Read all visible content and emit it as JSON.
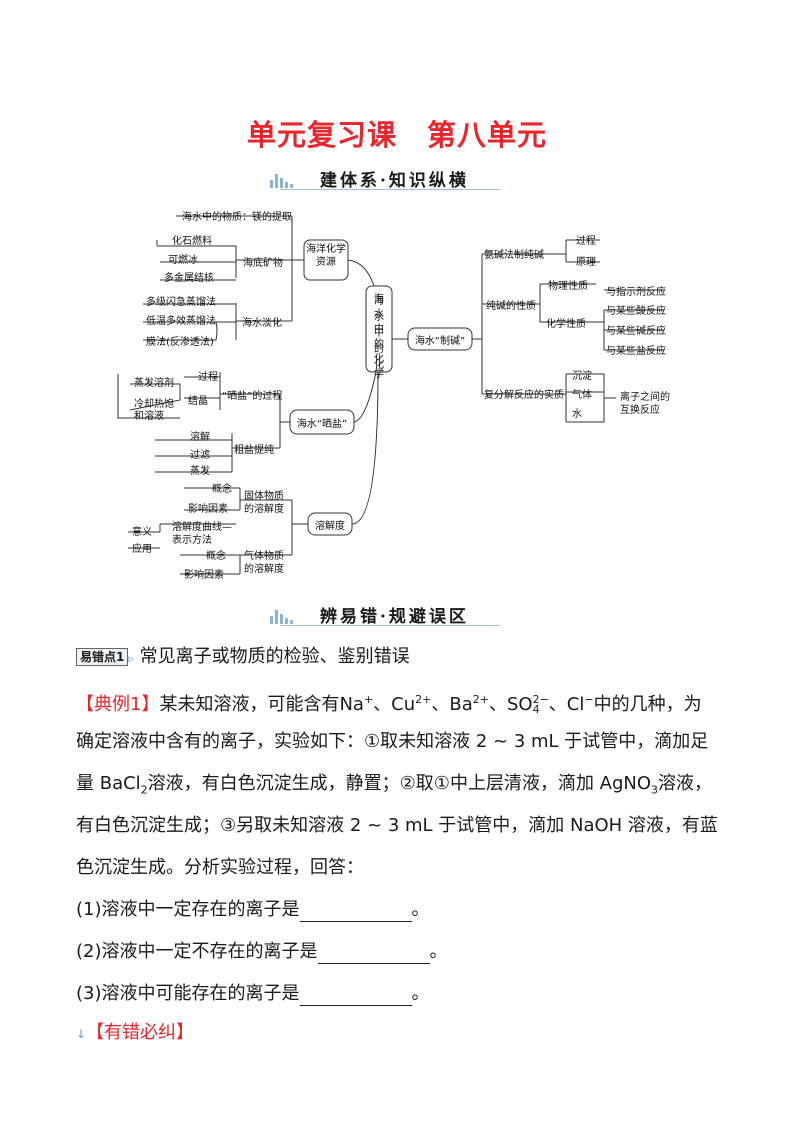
{
  "title": "单元复习课　第八单元",
  "section1": "建体系·知识纵横",
  "section2": "辨易错·规避误区",
  "mindmap": {
    "center": "海水中的化学",
    "resources": "海洋化学资源",
    "r1": "海水中的物质：镁的提取",
    "seabed": "海底矿物",
    "s1": "化石燃料",
    "s2": "可燃冰",
    "s3": "多金属结核",
    "desal": "海水淡化",
    "d1": "多级闪急蒸馏法",
    "d2": "低温多效蒸馏法",
    "d3": "膜法(反渗透法)",
    "salt": "海水“晒盐”",
    "saltproc": "“晒盐”的过程",
    "sp_proc": "过程",
    "sp_cry": "结晶",
    "sp_e1": "蒸发溶剂",
    "sp_e2": "冷却热饱",
    "sp_e3": "和溶液",
    "purify": "粗盐提纯",
    "p1": "溶解",
    "p2": "过滤",
    "p3": "蒸发",
    "solubility": "溶解度",
    "solid": "固体物质",
    "solid2": "的溶解度",
    "concept": "概念",
    "factor": "影响因素",
    "curve1": "溶解度曲线—",
    "curve2": "表示方法",
    "meaning": "意义",
    "apply": "应用",
    "gas": "气体物质",
    "gas2": "的溶解度",
    "alkali": "海水“制碱”",
    "ammonia": "氨碱法制纯碱",
    "a1": "过程",
    "a2": "原理",
    "soda": "纯碱的性质",
    "phys": "物理性质",
    "chem": "化学性质",
    "c1": "与指示剂反应",
    "c2": "与某些酸反应",
    "c3": "与某些碱反应",
    "c4": "与某些盐反应",
    "metathesis": "复分解反应的实质",
    "m1": "沉淀",
    "m2": "气体",
    "m3": "水",
    "ion1": "离子之间的",
    "ion2": "互换反应"
  },
  "error_tag": "易错点1",
  "error_title": "常见离子或物质的检验、鉴别错误",
  "example_label": "【典例1】",
  "p1a": "某未知溶液，可能含有",
  "ion_na": "Na",
  "sep": "、",
  "ion_cu": "Cu",
  "ion_ba": "Ba",
  "ion_so": "SO",
  "ion_cl": "Cl",
  "p1b": "中的几种，为",
  "p2": "确定溶液中含有的离子，实验如下：①取未知溶液 2 ~ 3 mL 于试管中，滴加足",
  "p3a": "量 BaCl",
  "p3b": "溶液，有白色沉淀生成，静置；②取①中上层清液，滴加 AgNO",
  "p3c": "溶液，",
  "p4": "有白色沉淀生成；③另取未知溶液 2 ~ 3 mL 于试管中，滴加 NaOH 溶液，有蓝",
  "p5": "色沉淀生成。分析实验过程，回答：",
  "q1": "(1)溶液中一定存在的离子是",
  "q2": "(2)溶液中一定不存在的离子是",
  "q3": "(3)溶液中可能存在的离子是",
  "period": "。",
  "fix": "【有错必纠】"
}
